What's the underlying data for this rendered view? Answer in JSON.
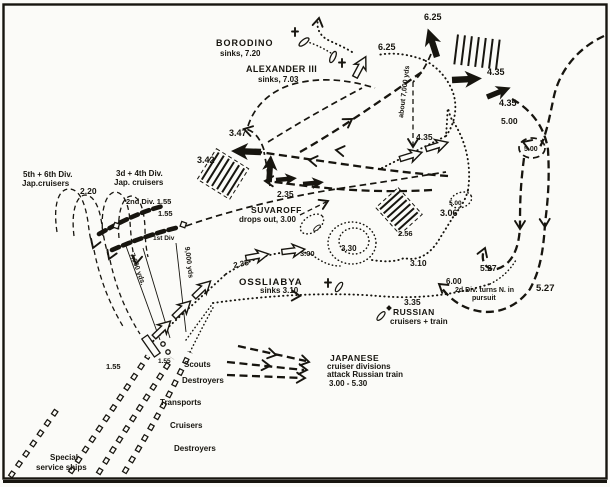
{
  "colors": {
    "ink": "#17150f",
    "paper": "#fbfbf8"
  },
  "ships": {
    "borodino_name": "BORODINO",
    "borodino_note": "sinks, 7.20",
    "alexander_name": "ALEXANDER III",
    "alexander_note": "sinks, 7.03",
    "suvaroff_name": "SUVAROFF",
    "suvaroff_note": "drops out, 3.00",
    "ossliabya_name": "OSSLIABYA",
    "ossliabya_note": "sinks 3.10"
  },
  "fleets": {
    "div56_line1": "5th + 6th Div.",
    "div56_line2": "Jap.cruisers",
    "div34_line1": "3d + 4th Div.",
    "div34_line2": "Jap. cruisers",
    "div2": "2nd Div. 1.55",
    "div1": "1st Div",
    "russian_line1": "RUSSIAN",
    "russian_line2": "cruisers + train",
    "attack_line1": "JAPANESE",
    "attack_line2": "cruiser divisions",
    "attack_line3": "attack Russian train",
    "attack_line4": "3.00 - 5.30",
    "pursuit_line1": "2d Div. turns N. in",
    "pursuit_line2": "pursuit",
    "scouts": "Scouts",
    "destroyers_upper": "Destroyers",
    "transports": "Transports",
    "cruisers": "Cruisers",
    "destroyers_lower": "Destroyers",
    "special_line1": "Special",
    "special_line2": "service ships"
  },
  "times": {
    "t625_russian": "6.25",
    "t625_japanese": "6.25",
    "t435_jap_a": "4.35",
    "t435_jap_b": "4.35",
    "t500_a": "5.00",
    "t500_loop": "5.00",
    "t435_russian": "4.35",
    "t347": "3.47",
    "t342": "3.42",
    "t235_jap": "2.35",
    "t235_russian": "2.35",
    "t300": "3.00",
    "t330": "3.30",
    "t256": "2.56",
    "t306": "3.06",
    "t310": "3.10",
    "t500_dotted": "5.00",
    "t527_a": "5.27",
    "t527_b": "5.27",
    "t335": "3.35",
    "t220": "2.20",
    "t600": "6.00",
    "t155_a": "1.55",
    "t155_b": "1.55",
    "t155_c": "1.55"
  },
  "ranges": {
    "between_lines": "about 7,000 yds",
    "range_a": "7,000 yds.",
    "range_b": "9,000 yds"
  }
}
